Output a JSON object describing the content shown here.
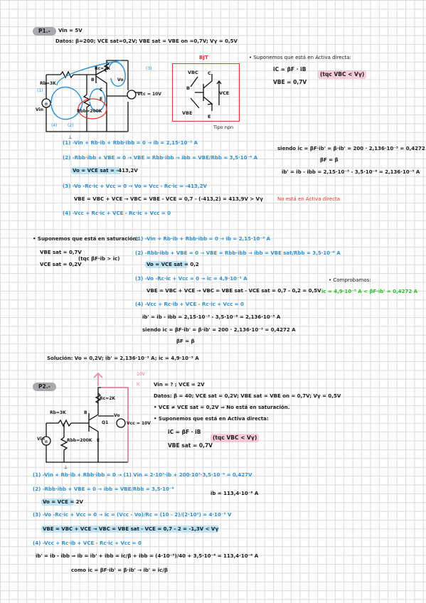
{
  "p1": {
    "tag": "P1.-",
    "vin": "Vin = 5V",
    "datos": "Datos: β=200; VCE sat=0,2V; VBE sat = VBE on =0,7V; Vγ = 0,5V",
    "suponemos": "• Suponemos que está en Activa directa:",
    "ic_eq": "iC = βF · iB",
    "vbe_eq": "VBE = 0,7V",
    "cond": "(tqc VBC < Vγ)",
    "circuit": {
      "rb": "Rb=3K",
      "rc": "Rc=2K",
      "rbb": "Rbb=200K",
      "vcc": "Vcc = 10V",
      "vin": "Vin",
      "i1": "(1)",
      "i2": "(2)",
      "i3": "(3)",
      "i4": "(4)",
      "b": "B",
      "c": "C",
      "e": "E",
      "vo": "Vo"
    },
    "bjt": {
      "title": "BJT",
      "vbc": "VBC",
      "vce": "VCE",
      "vbe": "VBE",
      "b": "B",
      "c": "C",
      "e": "E",
      "tipo": "Tipo npn"
    },
    "eq1": "(1) -Vin + Rb·ib + Rbb·ibb = 0 → ib = 2,15·10⁻³ A",
    "eq2": "(2) -Rbb·ibb + VBE = 0 → VBE = Rbb·ibb → ibb = VBE/Rbb = 3,5·10⁻⁶ A",
    "eq2b": "Vo = VCE sat = -413,2V",
    "eq3": "(3) -Vo -Rc·ic + Vcc = 0 → Vo = Vcc - Rc·ic = -413,2V",
    "eq3b": "VBE = VBC + VCE → VBC = VBE - VCE = 0,7 - (-413,2) = 413,9V > Vγ",
    "eq3c": "No está en Activa directa",
    "eq4": "(4) -Vcc + Rc·ic + VCE - Rc·ic + Vcc = 0",
    "siendo": "siendo ic = βF·ib' = β·ib' = 200 · 2,136·10⁻³ = 0,4272 A",
    "bf": "βF = β",
    "ibp": "ib' = ib - ibb = 2,15·10⁻³ - 3,5·10⁻⁶ = 2,136·10⁻³ A",
    "sat_intro": "• Suponemos que está en saturación:",
    "sat_vbe": "VBE sat = 0,7V",
    "sat_vce": "VCE sat = 0,2V",
    "sat_cond": "(tqc βF·ib > ic)",
    "s1": "(1) -Vin + Rb·ib + Rbb·ibb = 0 → ib = 2,15·10⁻³ A",
    "s2": "(2) -Rbb·ibb + VBE = 0 → VBE = Rbb·ibb → ibb = VBE sat/Rbb = 3,5·10⁻⁶ A",
    "s2b": "Vo = VCE sat = 0,2",
    "s3": "(3) -Vo -Rc·ic + Vcc = 0 → ic = 4,9·10⁻³ A",
    "s3b": "VBE = VBC + VCE → VBC = VBE sat - VCE sat = 0,7 - 0,2 = 0,5V",
    "s4": "(4) -Vcc + Rc·ib + VCE - Rc·ic + Vcc = 0",
    "s5": "ib' = ib - ibb = 2,15·10⁻³ - 3,5·10⁻⁶ = 2,136·10⁻³ A",
    "s6": "siendo ic = βF·ib' = β·ib' = 200 · 2,136·10⁻³ = 0,4272 A",
    "s7": "βF = β",
    "comprobamos": "• Comprobamos:",
    "check": "ic = 4,9·10⁻³ A < βF·ib' = 0,4272 A",
    "solucion": "Solución: Vo = 0,2V; ib' = 2,136·10⁻³ A; ic = 4,9·10⁻³ A"
  },
  "p2": {
    "tag": "P2.-",
    "vin": "Vin = ? ; VCE = 2V",
    "datos": "Datos: β = 40; VCE sat = 0,2V; VBE sat = VBE on = 0,7V; Vγ = 0,5V",
    "line3": "• VCE ≠ VCE sat = 0,2V ⇒ No está en saturación.",
    "suponemos": "• Suponemos que está en Activa directa:",
    "ic_eq": "iC = βF · iB",
    "vbe_eq": "VBE sat = 0,7V",
    "cond": "(tqc VBC < Vγ)",
    "circuit": {
      "rb": "Rb=3K",
      "rc": "Rc=2K",
      "rbb": "Rbb=200K",
      "vcc": "Vcc = 10V",
      "vin": "Vin",
      "b": "B",
      "q1": "Q1",
      "e": "E",
      "vo": "Vo",
      "ic": "Ic",
      "vce": "10V"
    },
    "e1": "(1) -Vin + Rb·ib + Rbb·ibb = 0 → (1) Vin = 2·10³·ib + 200·10³·3,5·10⁻⁶ = 0,427V",
    "e2": "(2) -Rbb·ibb + VBE = 0 → ibb = VBE/Rbb = 3,5·10⁻⁶",
    "e2b": "Vo = VCE = 2V",
    "ib_note": "ib = 113,4·10⁻⁶ A",
    "e3": "(3) -Vo -Rc·ic + Vcc = 0 → ic = (Vcc - Vo)/Rc = (10 - 2)/(2·10³) = 4·10⁻³ V",
    "e3b": "VBE = VBC + VCE → VBC = VBE sat - VCE = 0,7 - 2 = -1,3V < Vγ",
    "e4": "(4) -Vcc + Rc·ib + VCE - Rc·ic + Vcc = 0",
    "e5": "ib' = ib - ibb ⇒ ib = ib' + ibb = ic/β + ibb = (4·10⁻³)/40 + 3,5·10⁻⁶ = 113,4·10⁻⁶ A",
    "e6": "como ic = βF·ib' = β·ib' → ib' = ic/β"
  }
}
